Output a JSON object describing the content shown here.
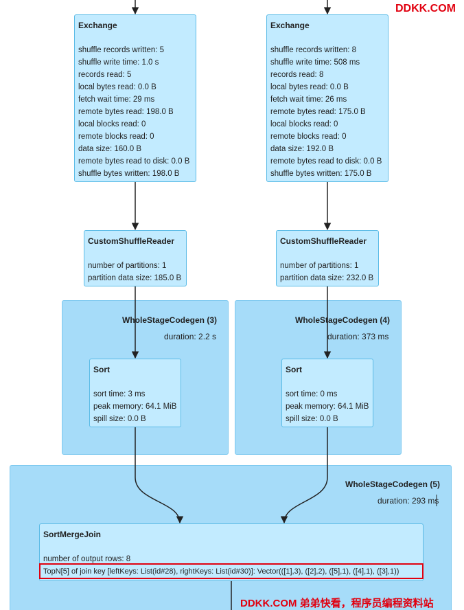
{
  "watermark_top": "DDKK.COM",
  "watermark_bottom": "DDKK.COM 弟弟快看，程序员编程资料站",
  "exchange_left": {
    "title": "Exchange",
    "metrics": [
      "shuffle records written: 5",
      "shuffle write time: 1.0 s",
      "records read: 5",
      "local bytes read: 0.0 B",
      "fetch wait time: 29 ms",
      "remote bytes read: 198.0 B",
      "local blocks read: 0",
      "remote blocks read: 0",
      "data size: 160.0 B",
      "remote bytes read to disk: 0.0 B",
      "shuffle bytes written: 198.0 B"
    ]
  },
  "exchange_right": {
    "title": "Exchange",
    "metrics": [
      "shuffle records written: 8",
      "shuffle write time: 508 ms",
      "records read: 8",
      "local bytes read: 0.0 B",
      "fetch wait time: 26 ms",
      "remote bytes read: 175.0 B",
      "local blocks read: 0",
      "remote blocks read: 0",
      "data size: 192.0 B",
      "remote bytes read to disk: 0.0 B",
      "shuffle bytes written: 175.0 B"
    ]
  },
  "reader_left": {
    "title": "CustomShuffleReader",
    "metrics": [
      "number of partitions: 1",
      "partition data size: 185.0 B"
    ]
  },
  "reader_right": {
    "title": "CustomShuffleReader",
    "metrics": [
      "number of partitions: 1",
      "partition data size: 232.0 B"
    ]
  },
  "wsc3": {
    "title": "WholeStageCodegen (3)",
    "duration": "duration: 2.2 s"
  },
  "wsc4": {
    "title": "WholeStageCodegen (4)",
    "duration": "duration: 373 ms"
  },
  "wsc5": {
    "title": "WholeStageCodegen (5)",
    "duration": "duration: 293 ms"
  },
  "sort_left": {
    "title": "Sort",
    "metrics": [
      "sort time: 3 ms",
      "peak memory: 64.1 MiB",
      "spill size: 0.0 B"
    ]
  },
  "sort_right": {
    "title": "Sort",
    "metrics": [
      "sort time: 0 ms",
      "peak memory: 64.1 MiB",
      "spill size: 0.0 B"
    ]
  },
  "smj": {
    "title": "SortMergeJoin",
    "metrics": [
      "number of output rows: 8",
      "TopN[5] of join key [leftKeys: List(id#28), rightKeys: List(id#30)]: Vector(([1],3), ([2],2), ([5],1), ([4],1), ([3],1))"
    ]
  }
}
